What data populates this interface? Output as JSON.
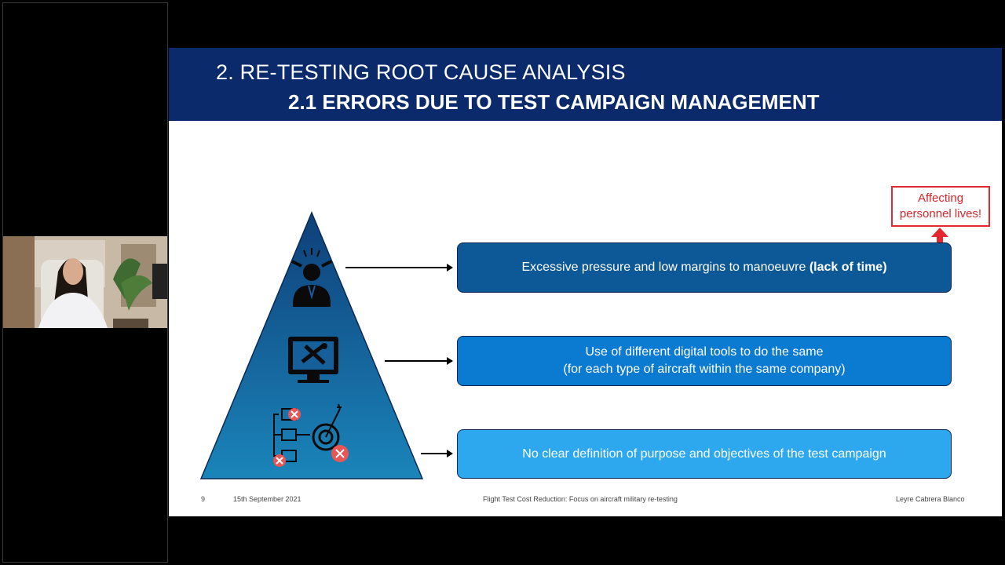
{
  "slide": {
    "title": "2. RE-TESTING ROOT CAUSE ANALYSIS",
    "subtitle": "2.1 ERRORS DUE TO TEST CAMPAIGN MANAGEMENT",
    "callout": "Affecting personnel lives!",
    "boxes": [
      {
        "text": "Excessive pressure and low margins to manoeuvre ",
        "bold": "(lack of time)"
      },
      {
        "line1": "Use of different digital tools to do the same",
        "line2": "(for each type of aircraft within the same company)"
      },
      {
        "text": "No clear definition of purpose and objectives of the test campaign"
      }
    ],
    "icons": [
      "stressed-person-icon",
      "monitor-tools-icon",
      "process-target-icon"
    ],
    "footer": {
      "page": "9",
      "date": "15th September 2021",
      "center": "Flight Test Cost Reduction: Focus on aircraft military re-testing",
      "author": "Leyre Cabrera Blanco"
    }
  },
  "colors": {
    "header": "#0a2a6b",
    "box1": "#0d5897",
    "box2": "#0b7ad1",
    "box3": "#2da8ef",
    "alert": "#e3292f"
  }
}
